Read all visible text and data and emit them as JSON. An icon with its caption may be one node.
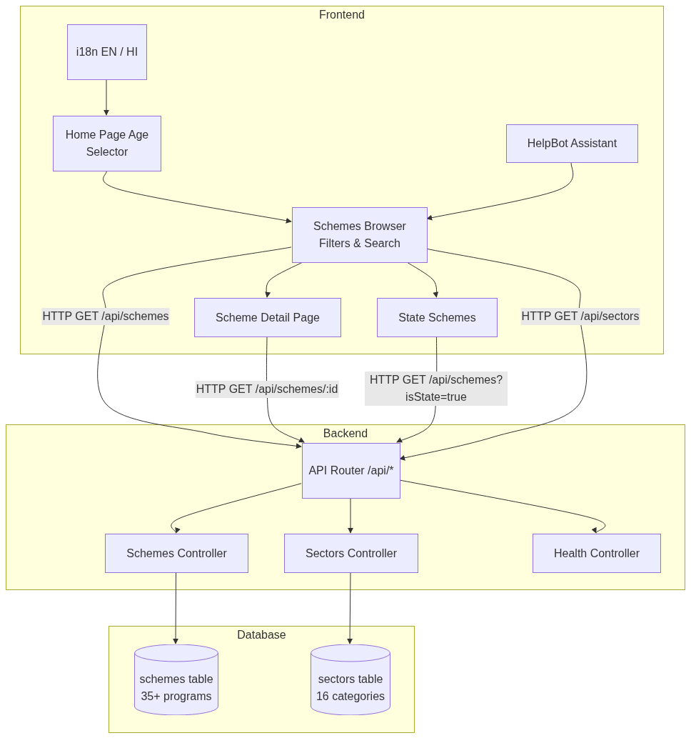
{
  "diagram": {
    "nodes": [
      {
        "text": [
          "Frontend"
        ]
      },
      {
        "text": [
          "i18n EN / HI"
        ],
        "in": 0
      },
      {
        "text": [
          "Home Page Age Selector"
        ],
        "in": 0
      },
      {
        "text": [
          "HelpBot Assistant"
        ],
        "in": 0
      },
      {
        "text": [
          "Schemes Browser Filters & Search"
        ],
        "in": 0
      },
      {
        "text": [
          "Scheme Detail Page"
        ],
        "in": 0
      },
      {
        "text": [
          "State Schemes"
        ],
        "in": 0
      },
      {
        "text": [
          "Backend"
        ]
      },
      {
        "text": [
          "API Router /api/*"
        ],
        "in": 7
      },
      {
        "text": [
          "Schemes Controller"
        ],
        "in": 7
      },
      {
        "text": [
          "Sectors Controller"
        ],
        "in": 7
      },
      {
        "text": [
          "Health Controller"
        ],
        "in": 7
      },
      {
        "text": [
          "Database"
        ]
      },
      {
        "text": [
          "schemes table 35+ programs"
        ],
        "in": 12
      },
      {
        "text": [
          "sectors table 16 categories"
        ],
        "in": 12
      }
    ],
    "edges": [
      {
        "from": 1,
        "to": 2,
        "arrow": "to"
      },
      {
        "from": 2,
        "to": 4,
        "arrow": "to"
      },
      {
        "from": 3,
        "to": 4,
        "arrow": "to"
      },
      {
        "from": 4,
        "to": 5,
        "arrow": "to"
      },
      {
        "from": 4,
        "to": 6,
        "arrow": "to"
      },
      {
        "from": 4,
        "to": 8,
        "arrow": "to",
        "label": "HTTP GET /api/schemes"
      },
      {
        "from": 5,
        "to": 8,
        "arrow": "to",
        "label": "HTTP GET /api/schemes/:id"
      },
      {
        "from": 6,
        "to": 8,
        "arrow": "to",
        "label": "HTTP GET /api/schemes? isState=true"
      },
      {
        "from": 4,
        "to": 8,
        "arrow": "to",
        "label": "HTTP GET /api/sectors"
      },
      {
        "from": 8,
        "to": 9,
        "arrow": "to"
      },
      {
        "from": 8,
        "to": 10,
        "arrow": "to"
      },
      {
        "from": 8,
        "to": 11,
        "arrow": "to"
      },
      {
        "from": 9,
        "to": 13,
        "arrow": "to"
      },
      {
        "from": 10,
        "to": 14,
        "arrow": "to"
      }
    ]
  }
}
